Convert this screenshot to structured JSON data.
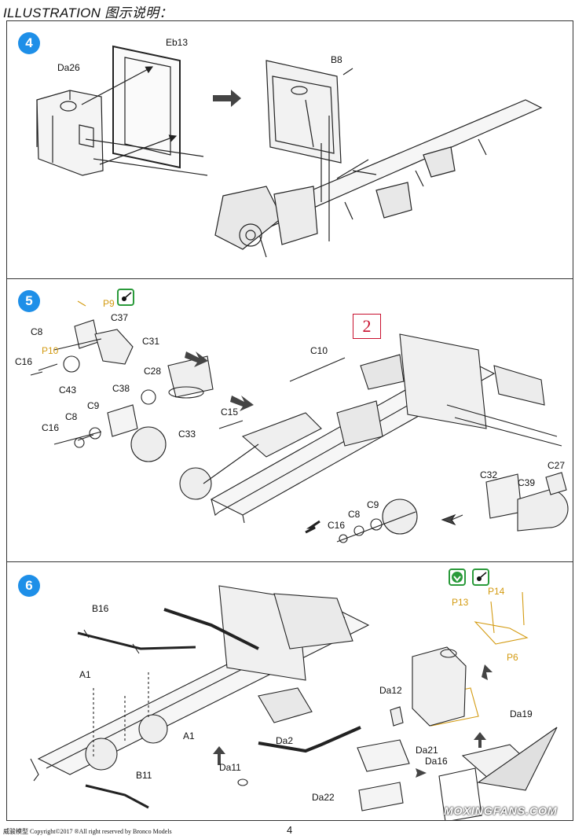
{
  "header": {
    "title": "ILLUSTRATION 图示说明："
  },
  "step4": {
    "number": "4",
    "labels": {
      "da26": "Da26",
      "eb13": "Eb13",
      "b8": "B8"
    }
  },
  "step5": {
    "number": "5",
    "labels": {
      "p9": "P9",
      "c37": "C37",
      "c8a": "C8",
      "p10": "P10",
      "c31": "C31",
      "c16a": "C16",
      "c43": "C43",
      "c28": "C28",
      "c38": "C38",
      "c9a": "C9",
      "c8b": "C8",
      "c16b": "C16",
      "c33": "C33",
      "c15": "C15",
      "c10": "C10",
      "c32": "C32",
      "c39": "C39",
      "c27": "C27",
      "c9b": "C9",
      "c8c": "C8",
      "c16c": "C16"
    },
    "red_marker": "2"
  },
  "step6": {
    "number": "6",
    "labels": {
      "b16": "B16",
      "a1a": "A1",
      "a1b": "A1",
      "b11": "B11",
      "da11": "Da11",
      "da2": "Da2",
      "da12": "Da12",
      "da21": "Da21",
      "da16": "Da16",
      "da22": "Da22",
      "da19": "Da19",
      "p14": "P14",
      "p13": "P13",
      "p6": "P6"
    }
  },
  "icons": {
    "glue": "cement-glue-icon",
    "install_down": "install-down-icon"
  },
  "colors": {
    "step_badge": "#1e8fe8",
    "photo_etch": "#d39a10",
    "marker_red": "#c8102e",
    "icon_green": "#2a9a3a"
  },
  "footer": {
    "copyright": "威骏模型   Copyright©2017  ®All right reserved by Bronco Models",
    "page": "4",
    "watermark": "MOXINGFANS.COM"
  }
}
